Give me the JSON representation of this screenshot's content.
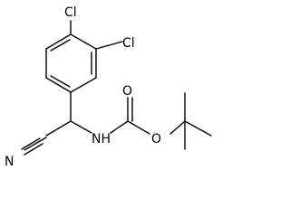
{
  "molecule": {
    "atom_labels": {
      "cl_para": "Cl",
      "cl_meta": "Cl",
      "nitrile_n": "N",
      "amide_nh": "NH",
      "carbonyl_o": "O",
      "ester_o": "O"
    },
    "colors": {
      "bond": "#000000",
      "label": "#000000",
      "background": "#ffffff"
    }
  }
}
